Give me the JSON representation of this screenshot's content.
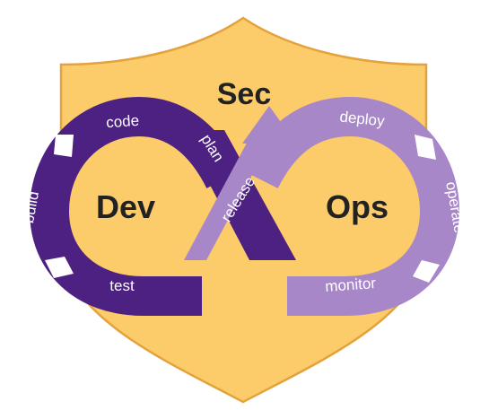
{
  "colors": {
    "shield_fill": "#FCCB6A",
    "shield_stroke": "#E4A23C",
    "dev_purple": "#4C2182",
    "ops_lavender": "#A887C9",
    "text_dark": "#222222",
    "text_light": "#ffffff",
    "background": "#ffffff"
  },
  "titles": {
    "sec": "Sec",
    "dev": "Dev",
    "ops": "Ops"
  },
  "stages": {
    "code": "code",
    "build": "build",
    "test": "test",
    "plan": "plan",
    "release": "release",
    "deploy": "deploy",
    "operate": "operate",
    "monitor": "monitor"
  }
}
